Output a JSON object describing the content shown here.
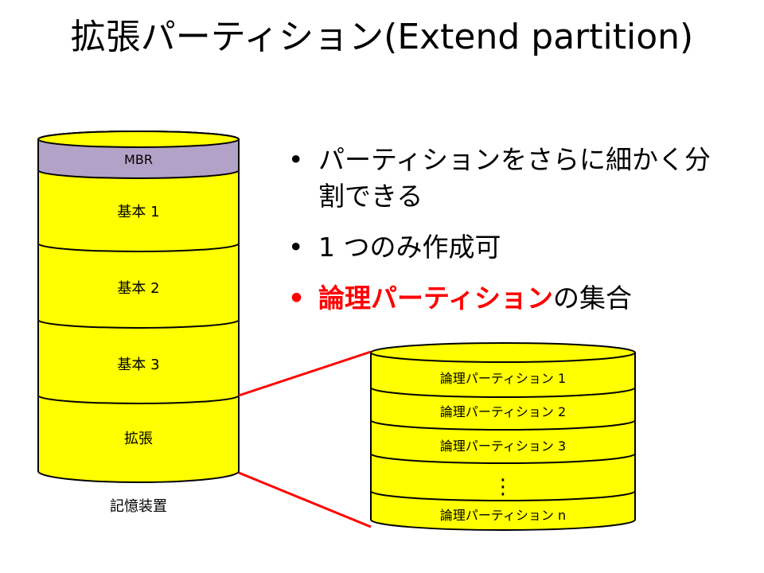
{
  "title": "拡張パーティション(Extend partition)",
  "disk": {
    "segments": [
      "MBR",
      "基本 1",
      "基本 2",
      "基本 3",
      "拡張"
    ],
    "caption": "記憶装置"
  },
  "bullets": [
    {
      "bullet": "•",
      "text": "パーティションをさらに細かく分割できる"
    },
    {
      "bullet": "•",
      "text": "1 つのみ作成可"
    },
    {
      "bullet": "•",
      "emphasis": "論理パーティション",
      "rest": "の集合"
    }
  ],
  "logical": {
    "segments": [
      "論理パーティション 1",
      "論理パーティション 2",
      "論理パーティション 3",
      "⋮",
      "論理パーティション n"
    ]
  },
  "colors": {
    "yellow": "#ffff00",
    "mbr_purple": "#b3a2c7",
    "connector_red": "#ff0000",
    "emphasis_red": "#ff0000"
  }
}
